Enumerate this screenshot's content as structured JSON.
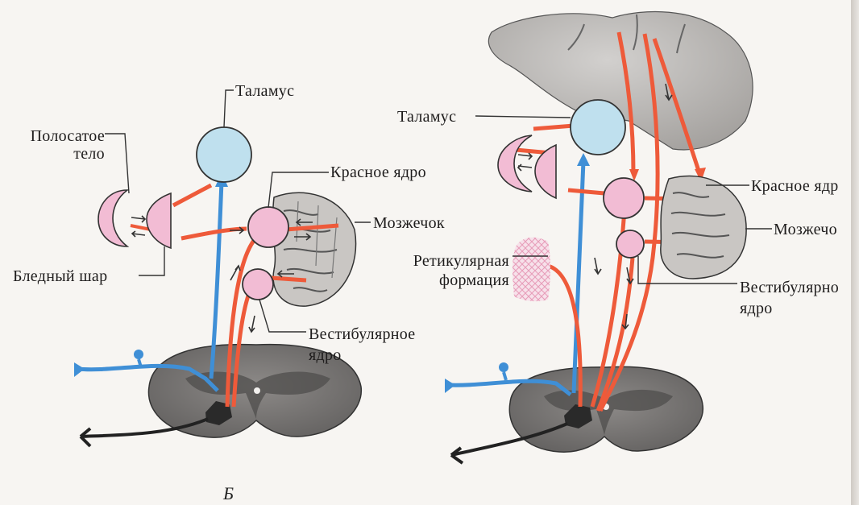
{
  "figure_letter": "Б",
  "left_panel": {
    "thalamus": "Таламус",
    "striatum": "Полосатое\nтело",
    "red_nucleus": "Красное ядро",
    "cerebellum": "Мозжечок",
    "globus_pallidus": "Бледный шар",
    "vestibular_nucleus": "Вестибулярное\nядро"
  },
  "right_panel": {
    "thalamus": "Таламус",
    "red_nucleus": "Красное ядр",
    "cerebellum": "Мозжечо",
    "reticular_formation": "Ретикулярная\nформация",
    "vestibular_nucleus": "Вестибулярно\nядро"
  },
  "colors": {
    "nucleus_fill": "#f2bcd4",
    "thalamus_fill": "#bfe0ee",
    "motor_tract": "#ee5a3a",
    "sensory_tract": "#3f8fd6",
    "gray_tissue": "#7d7b7a",
    "outline": "#2b2b2b"
  }
}
